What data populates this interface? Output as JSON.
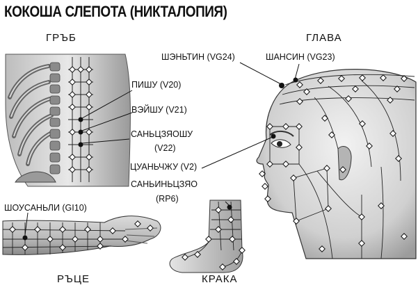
{
  "title": "КОКОША СЛЕПОТА (НИКТАЛОПИЯ)",
  "sections": {
    "back": "ГРЪБ",
    "head": "ГЛАВА",
    "arm": "РЪЦЕ",
    "leg": "КРАКА"
  },
  "points": {
    "v20": "ПИШУ (V20)",
    "v21": "ВЭЙШУ (V21)",
    "v22_line1": "САНЬЦЗЯОШУ",
    "v22_line2": "(V22)",
    "v2": "ЦУАНЬЧЖУ (V2)",
    "rp6_line1": "САНЬИНЬЦЗЯО",
    "rp6_line2": "(RP6)",
    "gi10": "ШОУСАНЬЛИ (GI10)",
    "vg24": "ШЭНЬТИН (VG24)",
    "vg23": "ШАНСИН (VG23)"
  },
  "colors": {
    "ink": "#111111",
    "skin_light": "#e6e6e6",
    "skin_mid": "#c4c4c4",
    "skin_dark": "#8c8c8c"
  }
}
